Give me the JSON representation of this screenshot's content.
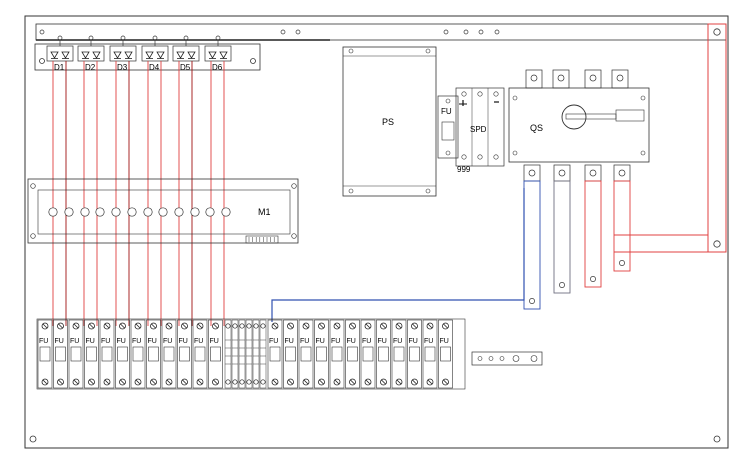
{
  "diodes": [
    "D1",
    "D2",
    "D3",
    "D4",
    "D5",
    "D6"
  ],
  "module_label": "M1",
  "power_supply_label": "PS",
  "fuse_label": "FU",
  "spd_label": "SPD",
  "switch_label": "QS",
  "spd_counter": "999",
  "colors": {
    "frame": "#222222",
    "red_wire": "#e04040",
    "dark_red_wire": "#a01010",
    "blue_wire": "#3050b0",
    "grey_wire": "#707080"
  }
}
